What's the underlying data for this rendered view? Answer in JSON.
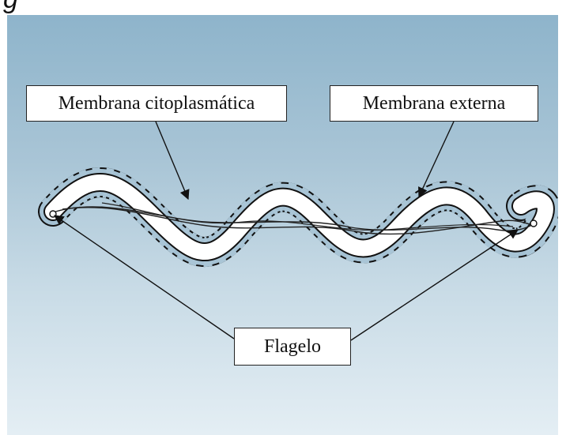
{
  "caption": {
    "text": "g"
  },
  "labels": {
    "cytoplasmic_membrane": "Membrana citoplasmática",
    "outer_membrane": "Membrana externa",
    "flagellum": "Flagelo"
  },
  "colors": {
    "background_top": "#8eb4cb",
    "background_bottom": "#e4eef4",
    "cell_body": "#ffffff",
    "outline": "#111111"
  }
}
